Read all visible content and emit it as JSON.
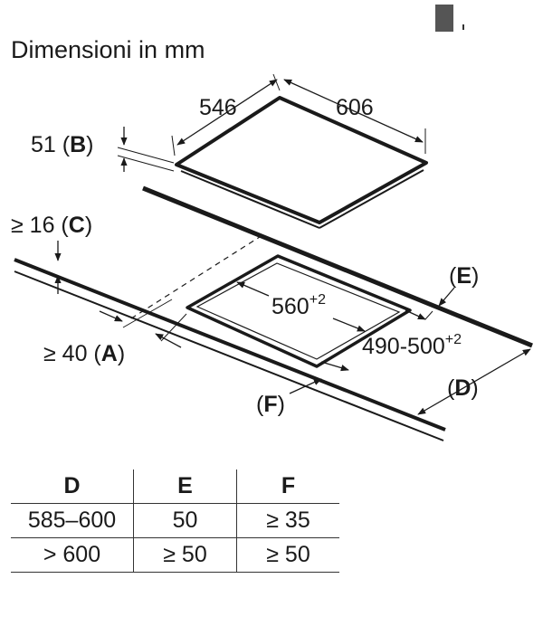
{
  "title": "Dimensioni in mm",
  "labels": {
    "width_top": "546",
    "depth_top": "606",
    "height_b": {
      "value": "51 (",
      "letter": "B",
      "close": ")"
    },
    "gap_c": {
      "value": "≥ 16 (",
      "letter": "C",
      "close": ")"
    },
    "gap_a": {
      "value": "≥ 40 (",
      "letter": "A",
      "close": ")"
    },
    "cutout_w": {
      "value": "560",
      "sup": "+2"
    },
    "cutout_d": {
      "value": "490-500",
      "sup": "+2"
    },
    "label_e": {
      "open": "(",
      "letter": "E",
      "close": ")"
    },
    "label_d": {
      "open": "(",
      "letter": "D",
      "close": ")"
    },
    "label_f": {
      "open": "(",
      "letter": "F",
      "close": ")"
    }
  },
  "table": {
    "headers": [
      "D",
      "E",
      "F"
    ],
    "rows": [
      [
        "585–600",
        "50",
        "≥ 35"
      ],
      [
        "> 600",
        "≥ 50",
        "≥ 50"
      ]
    ]
  }
}
